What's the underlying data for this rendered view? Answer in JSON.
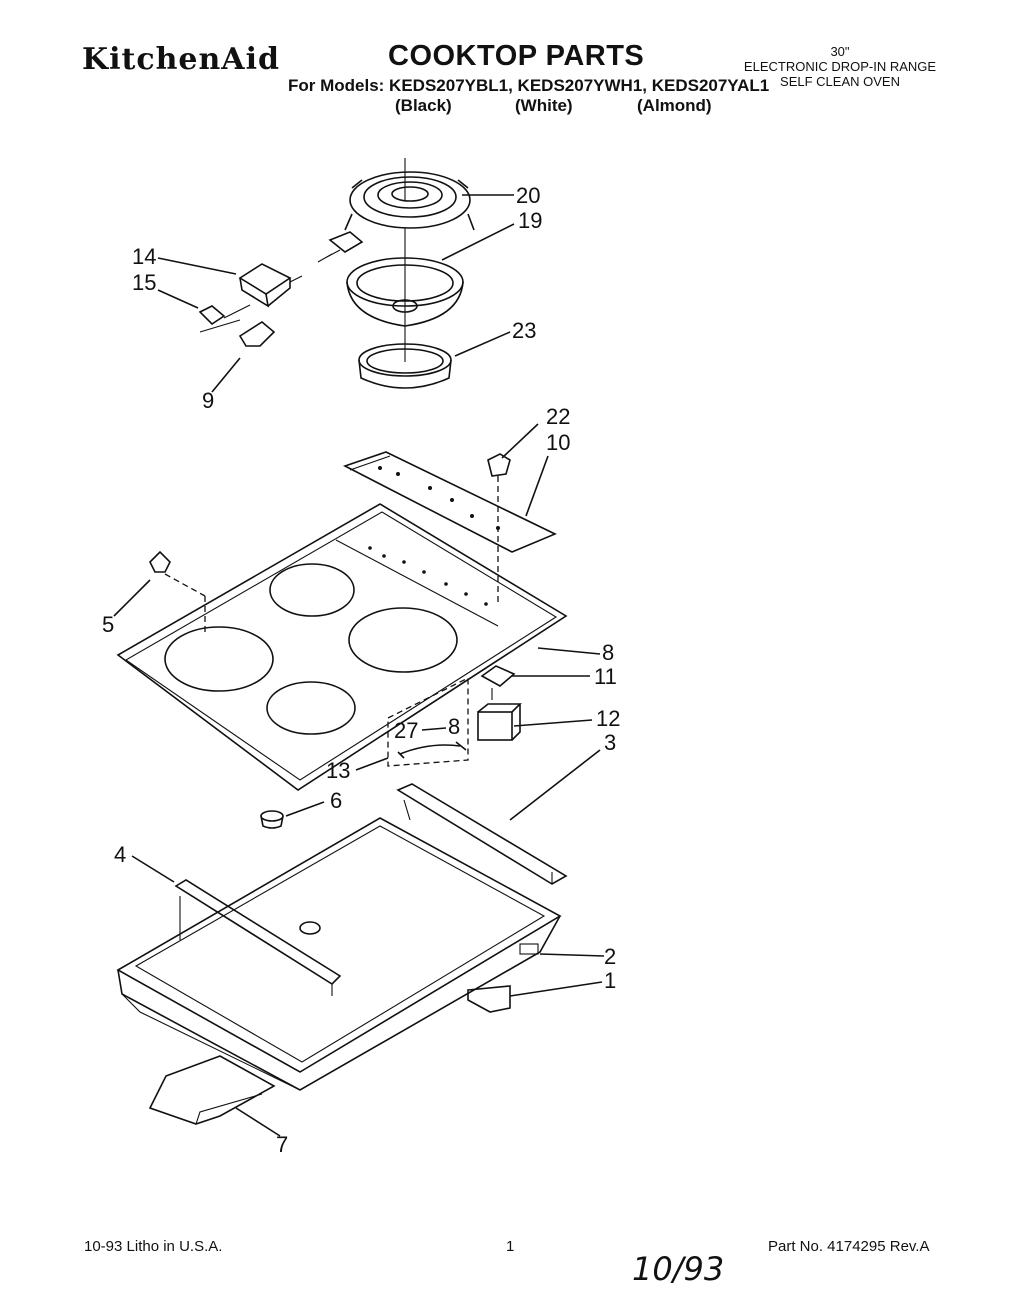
{
  "header": {
    "brand": "KitchenAid",
    "title": "COOKTOP PARTS",
    "models": "For Models: KEDS207YBL1, KEDS207YWH1, KEDS207YAL1",
    "colors": [
      "(Black)",
      "(White)",
      "(Almond)"
    ],
    "range_size": "30\"",
    "range_type": "ELECTRONIC DROP-IN RANGE",
    "range_feature": "SELF CLEAN OVEN"
  },
  "callouts": [
    "20",
    "19",
    "14",
    "15",
    "23",
    "9",
    "22",
    "10",
    "5",
    "8",
    "11",
    "12",
    "27",
    "8",
    "3",
    "13",
    "6",
    "4",
    "2",
    "1",
    "7"
  ],
  "footer": {
    "litho": "10-93 Litho in U.S.A.",
    "page": "1",
    "handwritten_date": "10/93",
    "part_no": "Part No. 4174295 Rev.A"
  }
}
